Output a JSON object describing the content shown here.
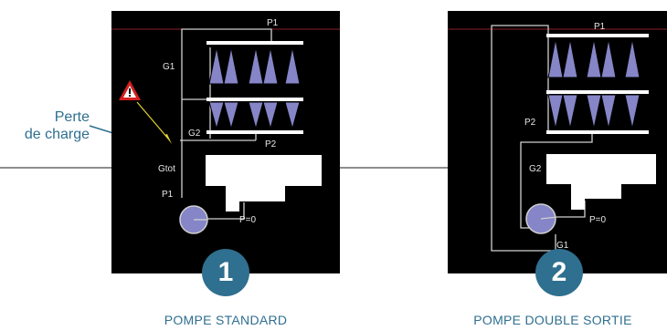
{
  "annotation": {
    "line1": "Perte",
    "line2": "de charge"
  },
  "diagram1": {
    "labels": {
      "p1_top": "P1",
      "g1": "G1",
      "g2": "G2",
      "p2": "P2",
      "gtot": "Gtot",
      "p1_pump": "P1",
      "p0": "P=0"
    },
    "badge": "1",
    "caption": "POMPE STANDARD"
  },
  "diagram2": {
    "labels": {
      "p1_top": "P1",
      "p2": "P2",
      "g2": "G2",
      "p0": "P=0",
      "g1": "G1"
    },
    "badge": "2",
    "caption": "POMPE DOUBLE SORTIE"
  },
  "colors": {
    "accent": "#2f6f8f",
    "nozzle": "#8585c8",
    "panel": "#000000",
    "warning": "#d61f1f"
  },
  "icons": [
    "warning-icon",
    "pump-icon"
  ]
}
